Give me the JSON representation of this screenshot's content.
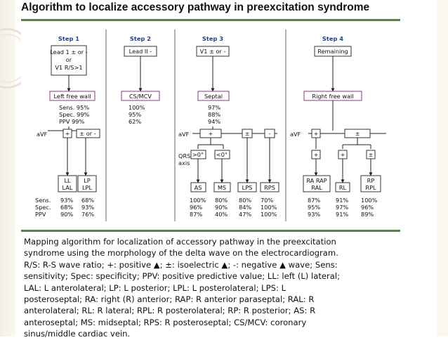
{
  "title": "Algorithm to localize accessory pathway in preexcitation syndrome",
  "colors": {
    "accent_rule": "#4d8a3a",
    "step_text": "#1f3f8f",
    "box_border": "#333333"
  },
  "steps": [
    "Step 1",
    "Step 2",
    "Step 3",
    "Step 4"
  ],
  "criteria": {
    "step1": [
      "Lead 1 ± or -",
      "or",
      "V1 R/S>1"
    ],
    "step2": "Lead II -",
    "step3": "V1 ± or -",
    "step4": "Remaining"
  },
  "locations": {
    "left_free_wall": "Left free wall",
    "cs_mcv": "CS/MCV",
    "septal": "Septal",
    "right_free_wall": "Right free wall"
  },
  "accuracy_labels": [
    "Sens. 95%",
    "Spec. 99%",
    "PPV 99%"
  ],
  "accuracy_cs": [
    "100%",
    "95%",
    "62%"
  ],
  "accuracy_septal": [
    "97%",
    "88%",
    "94%"
  ],
  "avf_label": "aVF",
  "qrs_label": [
    "QRS",
    "axis"
  ],
  "signs": {
    "plus": "+",
    "plus_minus": "±",
    "pm_or_minus": "± or -",
    "minus": "-",
    "deg_pos": ">0°",
    "deg_neg": "<0°"
  },
  "final_regions": {
    "ll_lal": [
      "LL",
      "LAL"
    ],
    "lp_lpl": [
      "LP",
      "LPL"
    ],
    "as": "AS",
    "ms": "MS",
    "lps": "LPS",
    "rps": "RPS",
    "ra_rap_ral": [
      "RA RAP",
      "RAL"
    ],
    "rl": "RL",
    "rp_rpl": [
      "RP",
      "RPL"
    ]
  },
  "bottom_stats": {
    "labels": [
      "Sens.",
      "Spec.",
      "PPV"
    ],
    "ll_lal": [
      "93%",
      "68%",
      "90%"
    ],
    "lp_lpl": [
      "68%",
      "93%",
      "76%"
    ],
    "as": [
      "100%",
      "96%",
      "87%"
    ],
    "ms": [
      "80%",
      "90%",
      "40%"
    ],
    "lps": [
      "80%",
      "84%",
      "47%"
    ],
    "rps": [
      "70%",
      "100%",
      "100%"
    ],
    "ra_rap_ral": [
      "87%",
      "95%",
      "93%"
    ],
    "rl": [
      "91%",
      "97%",
      "91%"
    ],
    "rp_rpl": [
      "100%",
      "96%",
      "89%"
    ]
  },
  "caption_lines": [
    "Mapping algorithm for localization of accessory pathway in the preexcitation",
    "syndrome using the morphology of the delta wave on the electrocardiogram.",
    "R/S: R-S wave ratio; +: positive ▲; ±: isoelectric ▲; -: negative ▲ wave; Sens:",
    "sensitivity; Spec: specificity; PPV: positive predictive value; LL: left (L) lateral;",
    "LAL: L anterolateral; LP: L posterior; LPL: L posterolateral; LPS: L",
    "posteroseptal; RA: right (R) anterior; RAP: R anterior paraseptal; RAL: R",
    "anterolateral; RL: R lateral; RPL: R posterolateral; RP: R posterior; AS: R",
    "anteroseptal; MS: midseptal; RPS: R posteroseptal; CS/MCV: coronary",
    "sinus/middle cardiac vein."
  ]
}
